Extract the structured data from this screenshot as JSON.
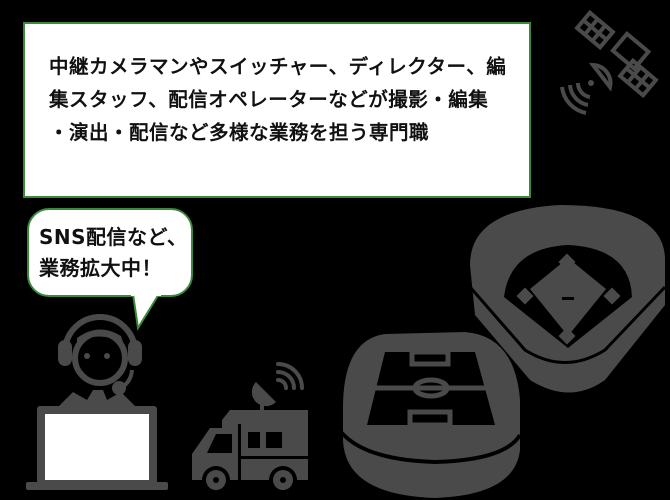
{
  "info_box": {
    "lines": [
      "中継カメラマンやスイッチャー、ディレクター、編",
      "集スタッフ、配信オペレーターなどが撮影・編集",
      "・演出・配信など多様な業務を担う専門職"
    ]
  },
  "speech_bubble": {
    "lines": [
      "SNS配信など、",
      "業務拡大中！"
    ]
  },
  "icons": {
    "satellite": "satellite-icon",
    "operator": "headset-operator-icon",
    "laptop": "laptop-icon",
    "broadcast_van": "broadcast-van-icon",
    "soccer_stadium": "soccer-stadium-icon",
    "baseball_stadium": "baseball-stadium-icon"
  },
  "colors": {
    "background": "#000000",
    "box_border": "#3a8a3a",
    "icon_gray": "#4a4a4a",
    "text": "#111111"
  }
}
